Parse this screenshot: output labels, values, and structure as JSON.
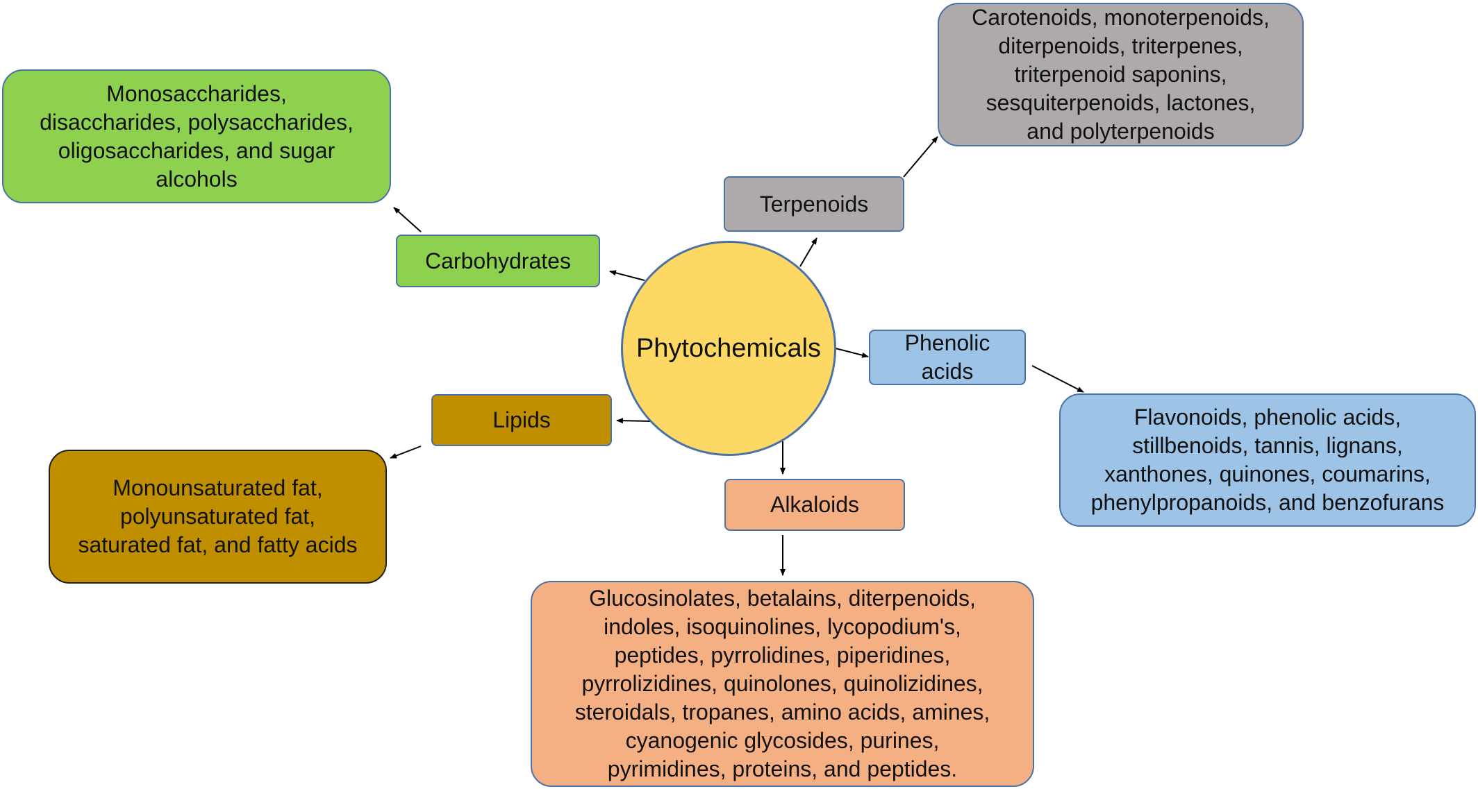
{
  "colors": {
    "hub_fill": "#fdd865",
    "carbohydrates_fill": "#8ed14f",
    "terpenoids_fill": "#adaaa9",
    "phenolic_fill": "#9dc3e6",
    "lipids_fill": "#bf8f00",
    "alkaloids_fill": "#f4b083",
    "outline": "#4a72a8",
    "arrow": "#000000"
  },
  "hub": {
    "label": "Phytochemicals"
  },
  "carbohydrates": {
    "label": "Carbohydrates",
    "detail_lines": [
      "Monosaccharides,",
      "disaccharides, polysaccharides,",
      "oligosaccharides, and sugar",
      "alcohols"
    ]
  },
  "terpenoids": {
    "label": "Terpenoids",
    "detail_lines": [
      "Carotenoids, monoterpenoids,",
      "diterpenoids, triterpenes,",
      "triterpenoid saponins,",
      "sesquiterpenoids, lactones,",
      "and polyterpenoids"
    ]
  },
  "phenolic_acids": {
    "label_lines": [
      "Phenolic",
      "acids"
    ],
    "detail_lines": [
      "Flavonoids, phenolic acids,",
      "stillbenoids, tannis, lignans,",
      "xanthones, quinones, coumarins,",
      "phenylpropanoids, and benzofurans"
    ]
  },
  "lipids": {
    "label": "Lipids",
    "detail_lines": [
      "Monounsaturated fat,",
      "polyunsaturated fat,",
      "saturated fat, and fatty acids"
    ]
  },
  "alkaloids": {
    "label": "Alkaloids",
    "detail_lines": [
      "Glucosinolates, betalains, diterpenoids,",
      "indoles, isoquinolines, lycopodium's,",
      "peptides, pyrrolidines, piperidines,",
      "pyrrolizidines, quinolones, quinolizidines,",
      "steroidals, tropanes, amino acids, amines,",
      "cyanogenic glycosides, purines,",
      "pyrimidines, proteins, and peptides."
    ]
  }
}
